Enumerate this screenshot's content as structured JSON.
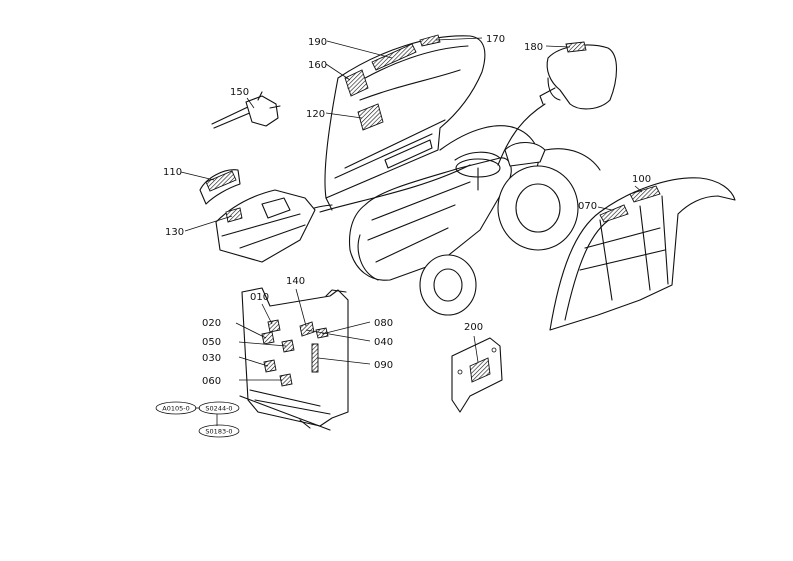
{
  "diagram": {
    "part_labels": [
      {
        "id": "p190",
        "text": "190"
      },
      {
        "id": "p170",
        "text": "170"
      },
      {
        "id": "p180",
        "text": "180"
      },
      {
        "id": "p160",
        "text": "160"
      },
      {
        "id": "p150",
        "text": "150"
      },
      {
        "id": "p120",
        "text": "120"
      },
      {
        "id": "p110",
        "text": "110"
      },
      {
        "id": "p130",
        "text": "130"
      },
      {
        "id": "p100",
        "text": "100"
      },
      {
        "id": "p070",
        "text": "070"
      },
      {
        "id": "p010",
        "text": "010"
      },
      {
        "id": "p140",
        "text": "140"
      },
      {
        "id": "p020",
        "text": "020"
      },
      {
        "id": "p080",
        "text": "080"
      },
      {
        "id": "p050",
        "text": "050"
      },
      {
        "id": "p040",
        "text": "040"
      },
      {
        "id": "p030",
        "text": "030"
      },
      {
        "id": "p090",
        "text": "090"
      },
      {
        "id": "p060",
        "text": "060"
      },
      {
        "id": "p200",
        "text": "200"
      }
    ],
    "ovals": [
      {
        "id": "o1",
        "text": "A0105-0"
      },
      {
        "id": "o2",
        "text": "S0244-0"
      },
      {
        "id": "o3",
        "text": "S0183-0"
      }
    ]
  }
}
